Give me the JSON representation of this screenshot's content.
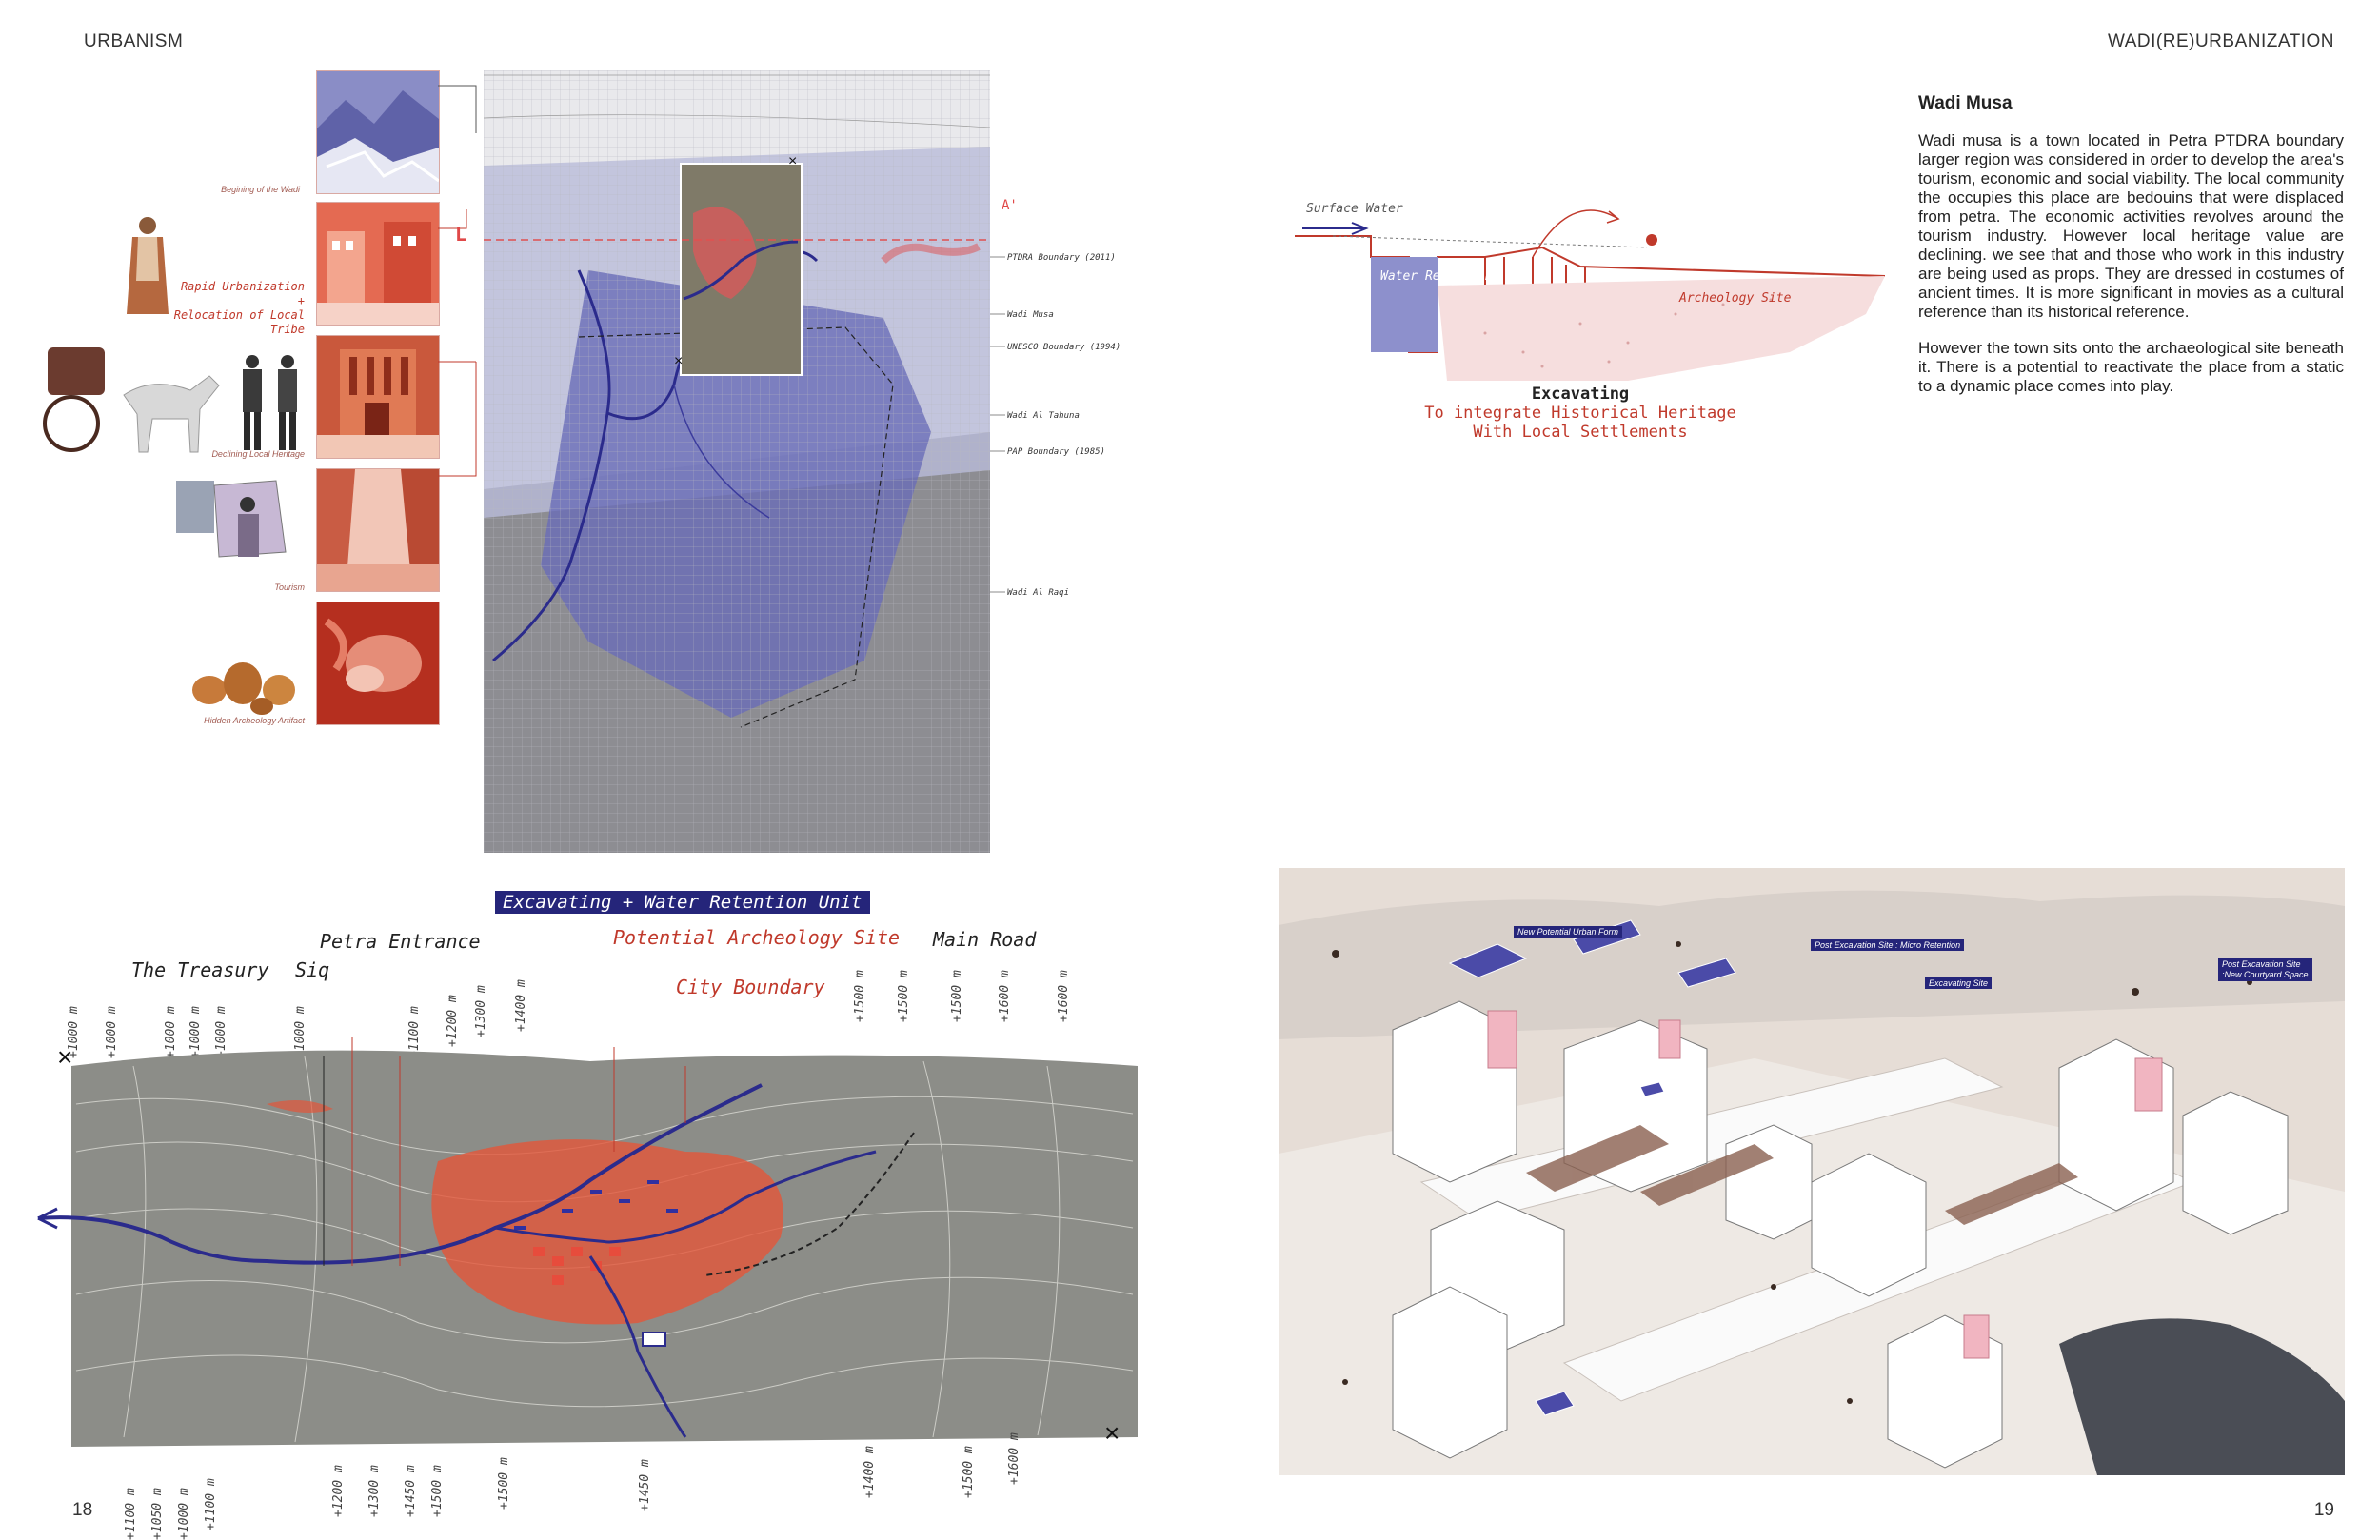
{
  "header": {
    "left": "URBANISM",
    "right": "WADI(RE)URBANIZATION"
  },
  "pages": {
    "left": "18",
    "right": "19"
  },
  "left_column": {
    "photos": [
      {
        "label": "Begining of the Wadi",
        "tint": "#6c6fb0"
      },
      {
        "label": "",
        "tint": "#d04a35"
      },
      {
        "label": "Declining Local Heritage",
        "tint": "#c05b3a"
      },
      {
        "label": "Tourism",
        "tint": "#cc6e55"
      },
      {
        "label": "Hidden Archeology Artifact",
        "tint": "#b83322"
      }
    ],
    "urbanization_line1": "Rapid Urbanization",
    "urbanization_plus": "+",
    "urbanization_line2": "Relocation of Local Tribe"
  },
  "map_labels": {
    "ptdra": "PTDRA  Boundary (2011)",
    "wadi_musa": "Wadi Musa",
    "unesco": "UNESCO Boundary (1994)",
    "tahuna": "Wadi  Al Tahuna",
    "pap": "PAP Boundary (1985)",
    "raqi": "Wadi  Al  Raqi",
    "section_marker": "A'"
  },
  "diagram": {
    "surface_water": "Surface Water",
    "water_retention": "Water Retention",
    "archeology_site": "Archeology Site",
    "title": "Excavating",
    "sub1": "To integrate Historical Heritage",
    "sub2": "With Local Settlements"
  },
  "text": {
    "title": "Wadi Musa",
    "p1": "Wadi musa is a town located in Petra PTDRA boundary larger region was considered in order to develop the area's tourism, economic and social viability. The local community the occupies this place are bedouins that were displaced from petra. The economic activities revolves around the tourism industry. However local heritage value are declining. we see that and those who work in this industry are being used as props. They are dressed in costumes of ancient times. It is more significant in movies as a cultural reference than its historical reference.",
    "p2": "However the town sits onto the archaeological site beneath it. There is a potential to  reactivate the place from a static to a dynamic place comes into play."
  },
  "section_map": {
    "header_tag": "Excavating + Water Retention Unit",
    "treasury": "The Treasury",
    "siq": "Siq",
    "petra_entrance": "Petra Entrance",
    "potential_site": "Potential Archeology Site",
    "city_boundary": "City Boundary",
    "main_road": "Main Road",
    "top_elevations": [
      "+1000 m",
      "+1000 m",
      "+1000 m",
      "+1000 m",
      "+1000 m",
      "+1000 m",
      "+1100 m",
      "+1200 m",
      "+1300 m",
      "+1400 m",
      "+1500 m",
      "+1500 m",
      "+1500 m",
      "+1600 m",
      "+1600 m"
    ],
    "bottom_elevations": [
      "+1100 m",
      "+1050 m",
      "+1000 m",
      "+1100 m",
      "+1200 m",
      "+1300 m",
      "+1450 m",
      "+1500 m",
      "+1500 m",
      "+1450 m",
      "+1400 m",
      "+1500 m",
      "+1600 m"
    ]
  },
  "axo_labels": {
    "urban_form": "New Potential Urban Form",
    "micro_retention": "Post Excavation Site : Micro Retention",
    "excavating_site": "Excavating Site",
    "courtyard1": "Post Excavation Site",
    "courtyard2": ":New Courtyard Space"
  },
  "colors": {
    "blue": "#25257a",
    "red": "#c0392b",
    "map_purple": "#6a6db8"
  }
}
